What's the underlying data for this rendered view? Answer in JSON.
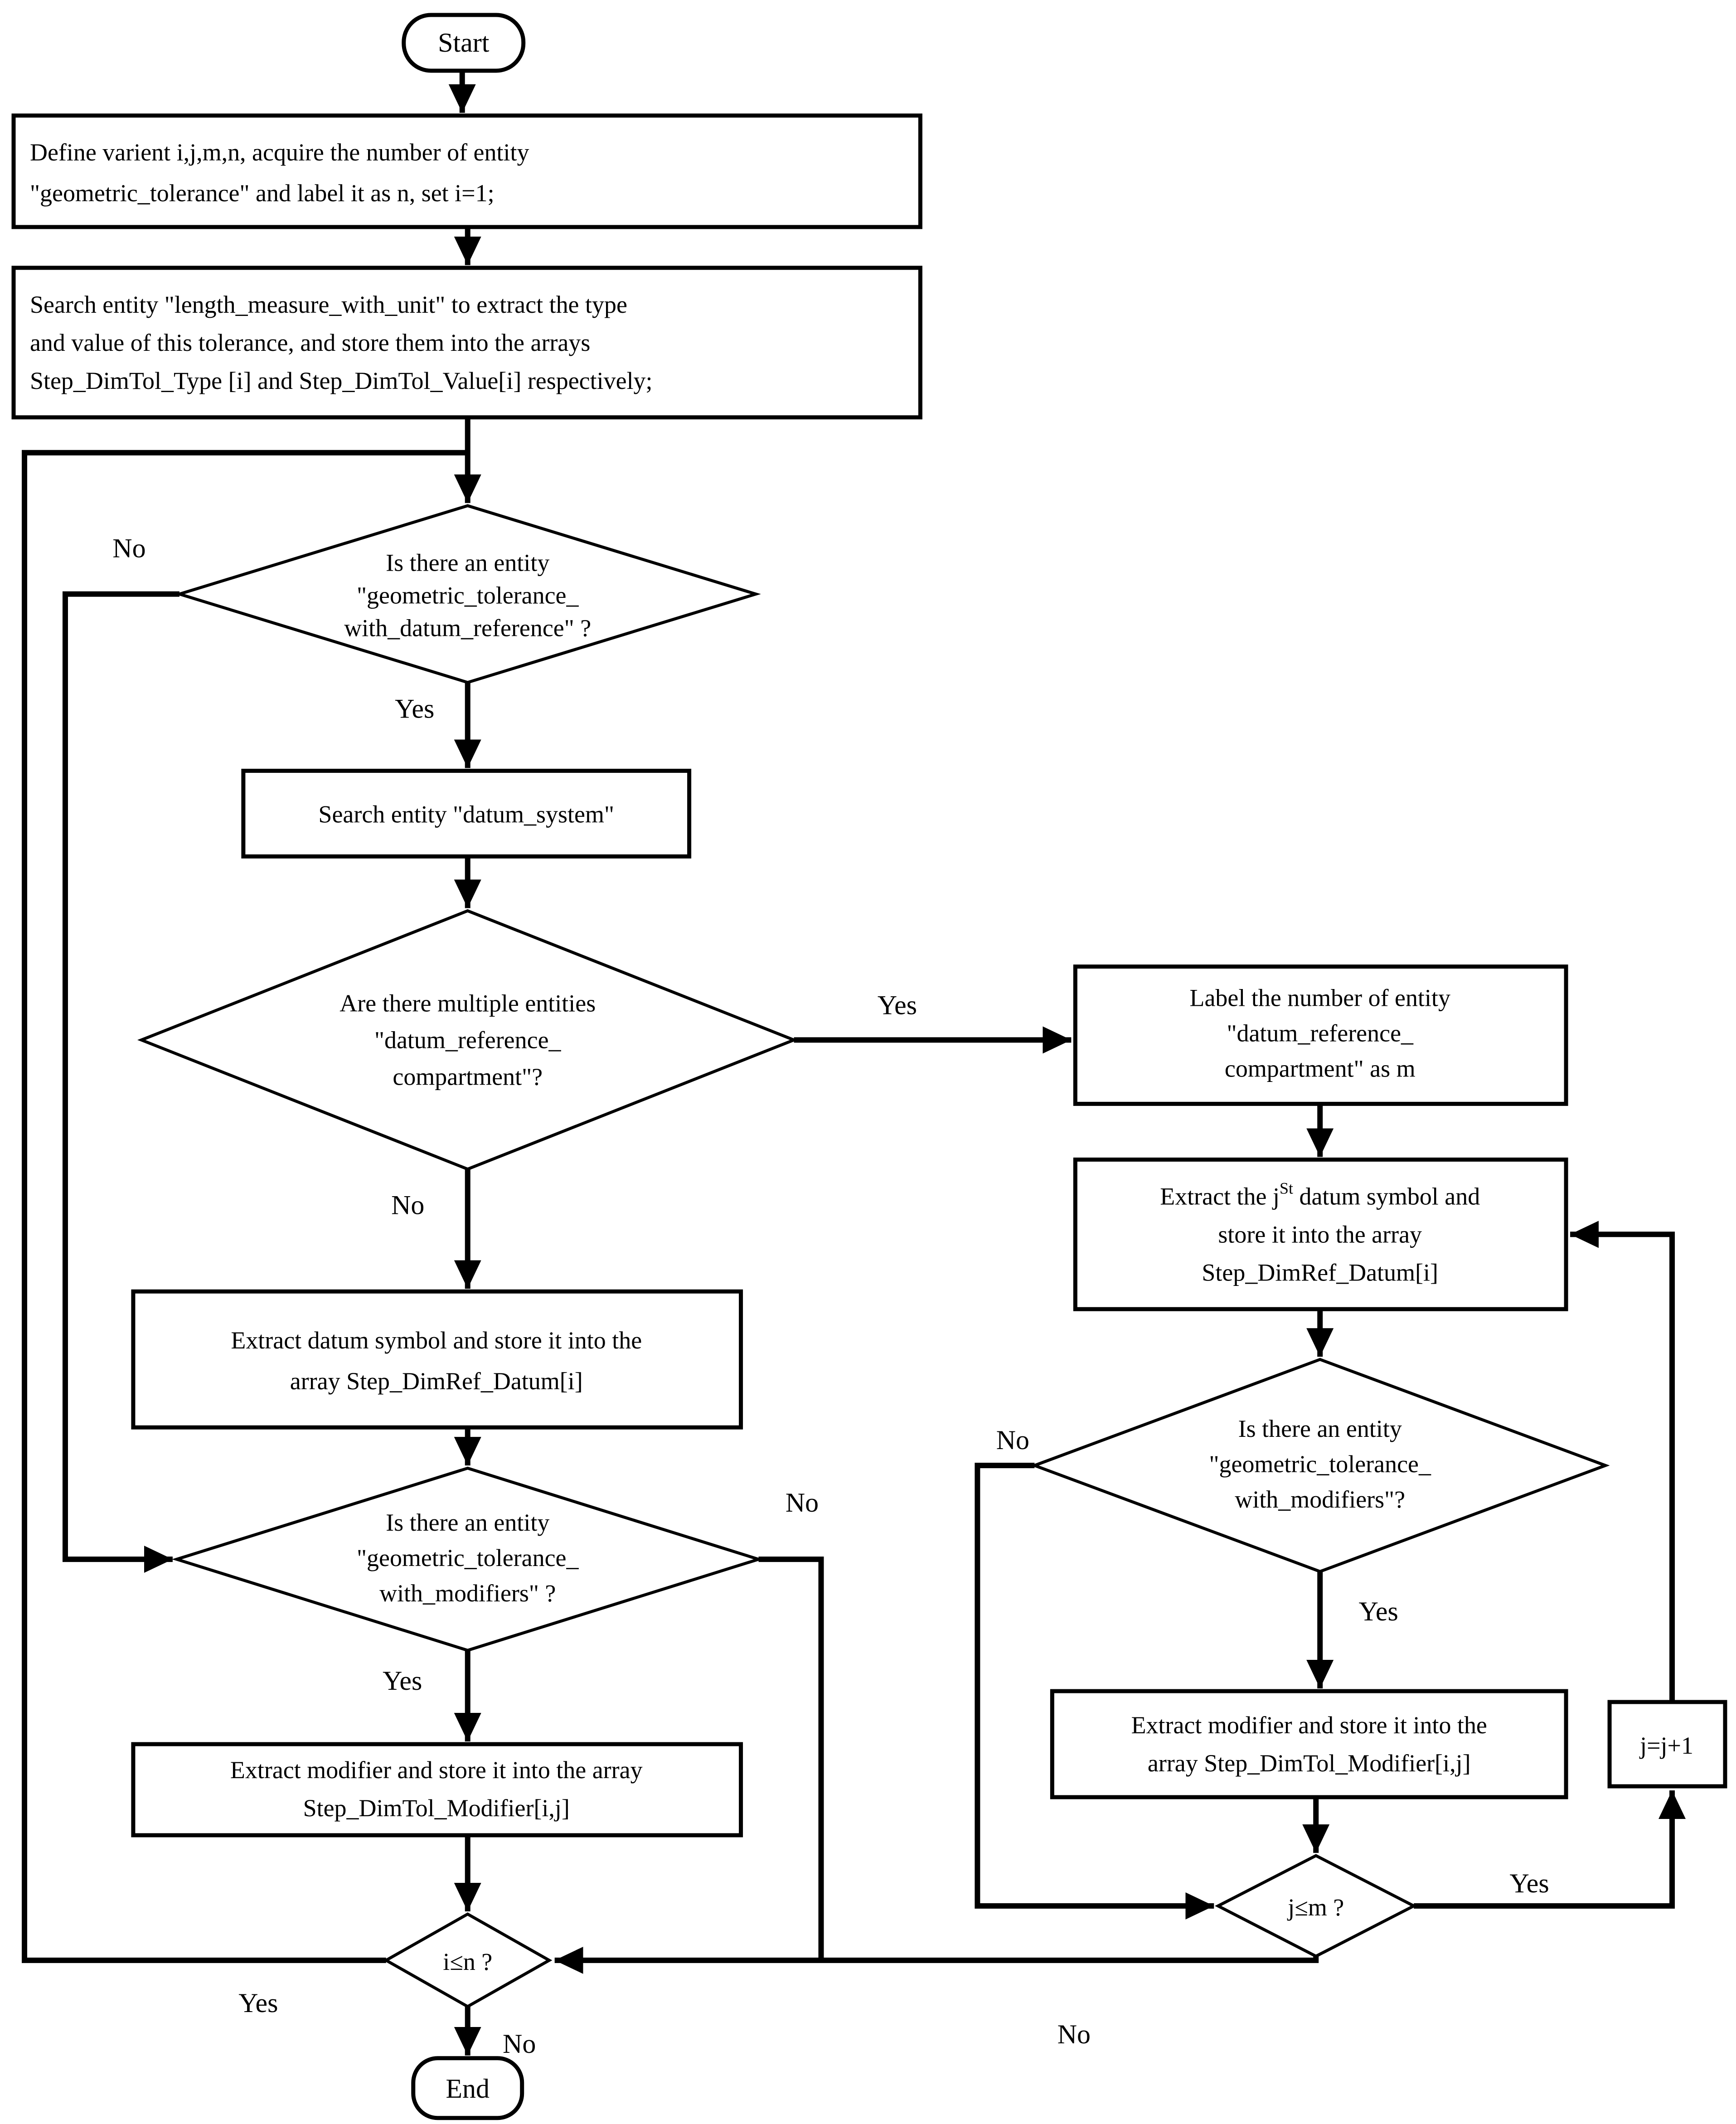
{
  "colors": {
    "ink": "#000000",
    "background": "#ffffff"
  },
  "nodes": {
    "start": {
      "label": "Start"
    },
    "end": {
      "label": "End"
    },
    "box_define": {
      "lines": [
        "Define varient i,j,m,n, acquire the number of entity",
        "\"geometric_tolerance\" and label it as n, set i=1;"
      ]
    },
    "box_search_length": {
      "lines": [
        "Search entity \"length_measure_with_unit\" to extract the type",
        "and value of this tolerance, and store them into the arrays",
        "Step_DimTol_Type [i] and Step_DimTol_Value[i] respectively;"
      ]
    },
    "dec_datum_reference": {
      "lines": [
        "Is there an entity",
        "\"geometric_tolerance_",
        "with_datum_reference\" ?"
      ]
    },
    "box_search_datum_system": {
      "label": "Search entity \"datum_system\""
    },
    "dec_multiple_compartment": {
      "lines": [
        "Are there multiple entities",
        "\"datum_reference_",
        "compartment\"?"
      ]
    },
    "box_label_m": {
      "lines": [
        "Label the number of entity",
        "\"datum_reference_",
        "compartment\" as m"
      ]
    },
    "box_extract_jst": {
      "line1_pre": "Extract the j",
      "line1_sup": "St",
      "line1_post": " datum symbol and",
      "line2": "store it into the array",
      "line3": "Step_DimRef_Datum[i]"
    },
    "dec_modifiers_right": {
      "lines": [
        "Is there an entity",
        "\"geometric_tolerance_",
        "with_modifiers\"?"
      ]
    },
    "box_extract_modifier_right": {
      "lines": [
        "Extract modifier and store it into the",
        "array Step_DimTol_Modifier[i,j]"
      ]
    },
    "box_j_increment": {
      "label": "j=j+1"
    },
    "dec_j_le_m": {
      "label": "j≤m ?"
    },
    "box_extract_datum": {
      "lines": [
        "Extract datum symbol and store it into the",
        "array Step_DimRef_Datum[i]"
      ]
    },
    "dec_modifiers_left": {
      "lines": [
        "Is there an entity",
        "\"geometric_tolerance_",
        "with_modifiers\" ?"
      ]
    },
    "box_extract_modifier_left": {
      "lines": [
        "Extract modifier and store it into the array",
        "Step_DimTol_Modifier[i,j]"
      ]
    },
    "dec_i_le_n": {
      "label": "i≤n ?"
    }
  },
  "edge_labels": {
    "dec1_no": "No",
    "dec1_yes": "Yes",
    "dec2_yes": "Yes",
    "dec2_no": "No",
    "decR_no": "No",
    "decR_yes": "Yes",
    "jm_yes": "Yes",
    "jm_no": "No",
    "decL_no": "No",
    "decL_yes": "Yes",
    "in_yes": "Yes",
    "in_no": "No"
  }
}
